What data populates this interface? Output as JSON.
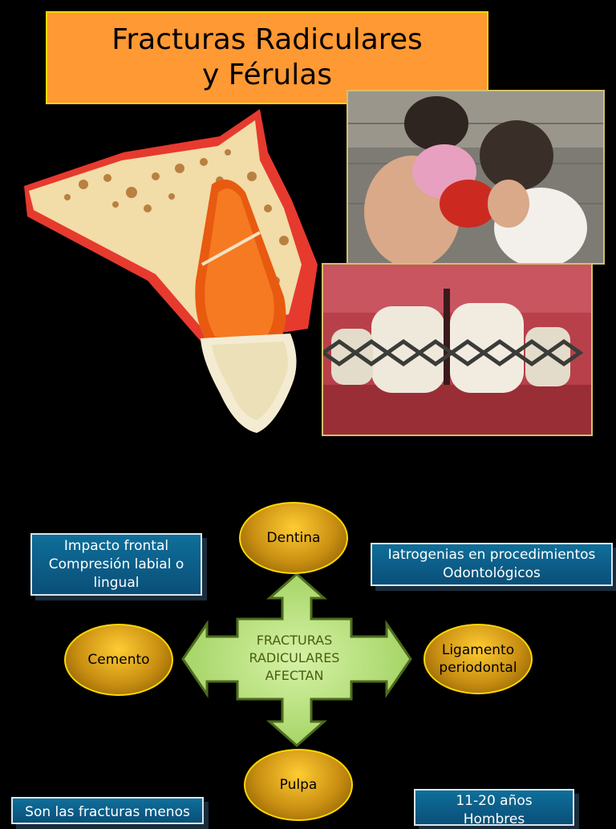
{
  "title": "Fracturas Radiculares\ny Férulas",
  "images": {
    "tooth": "tooth-root-fracture-illustration",
    "kids": "children-pillow-fight-photo",
    "splint": "dental-splint-photo"
  },
  "diagram": {
    "center": [
      "FRACTURAS",
      "RADICULARES",
      "AFECTAN"
    ],
    "dentina": "Dentina",
    "cemento": "Cemento",
    "ligamento": [
      "Ligamento",
      "periodontal"
    ],
    "pulpa": "Pulpa"
  },
  "boxes": {
    "impacto": [
      "Impacto frontal",
      "Compresión labial o",
      "lingual"
    ],
    "iatrogenias": [
      "Iatrogenias en procedimientos",
      "Odontológicos"
    ],
    "fracturas_menos": [
      "Son las fracturas menos"
    ],
    "edad": [
      "11-20 años",
      "Hombres"
    ]
  },
  "colors": {
    "title_bg": "#ff9933",
    "border_gold": "#ffd700",
    "box_blue": "#0a5a85",
    "cross_green": "#b5e27a",
    "oval_gold": "#e0a52a"
  }
}
